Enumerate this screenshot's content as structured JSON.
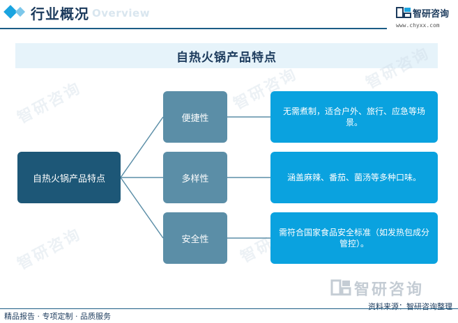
{
  "header": {
    "title": "行业概况",
    "subtitle": "Overview",
    "brand_name": "智研咨询",
    "brand_url": "www.chyxx.com"
  },
  "banner": {
    "title": "自热火锅产品特点"
  },
  "diagram": {
    "root": "自热火锅产品特点",
    "branches": [
      {
        "label": "便捷性",
        "description": "无需煮制，适合户外、旅行、应急等场景。"
      },
      {
        "label": "多样性",
        "description": "涵盖麻辣、番茄、菌汤等多种口味。"
      },
      {
        "label": "安全性",
        "description": "需符合国家食品安全标准（如发热包成分管控）。"
      }
    ]
  },
  "footer": {
    "logo_text": "智研咨询",
    "source": "资料来源：智研咨询整理",
    "services": "精品报告 · 专项定制 · 品质服务"
  },
  "colors": {
    "root_bg": "#1d5777",
    "category_bg": "#5b8ea7",
    "description_bg": "#0aa2df",
    "banner_bg": "#e6f3fa",
    "accent": "#1aa4e0",
    "text_dark": "#1b3a5c"
  }
}
